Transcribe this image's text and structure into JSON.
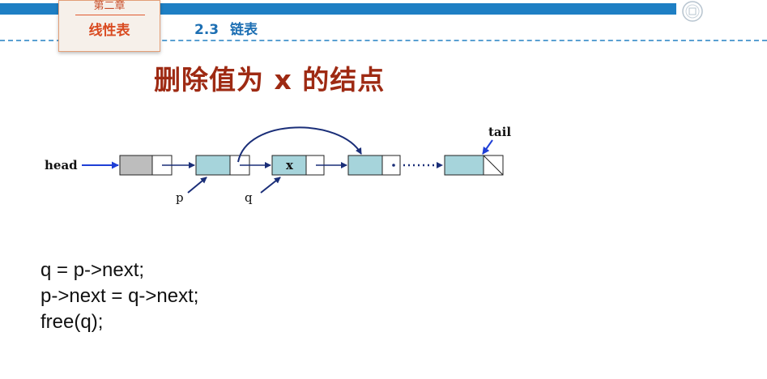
{
  "header": {
    "chapter_number": "第二章",
    "chapter_title": "线性表",
    "section_number": "2.3",
    "section_title": "链表"
  },
  "slide": {
    "title": "删除值为 x 的结点"
  },
  "diagram": {
    "head_label": "head",
    "tail_label": "tail",
    "p_label": "p",
    "q_label": "q",
    "node_value_x": "x",
    "colors": {
      "node_fill": "#a6d4db",
      "head_node_fill": "#bdbdbd",
      "arrow": "#1a2e78",
      "head_arrow": "#1f3fd6"
    }
  },
  "code": {
    "lines": [
      "q = p->next;",
      "p->next = q->next;",
      "free(q);"
    ]
  },
  "icons": [
    "university-logo-icon"
  ]
}
